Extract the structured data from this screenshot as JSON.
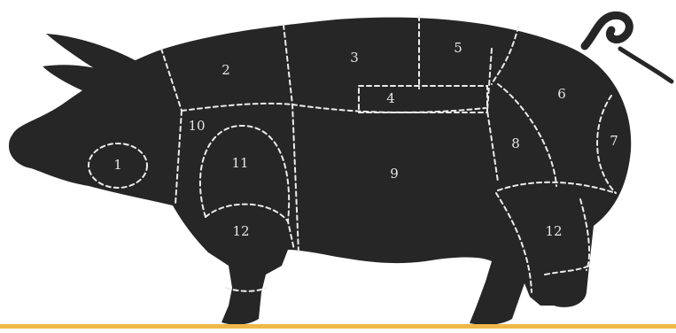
{
  "diagram": {
    "colors": {
      "body": "#262626",
      "cut_lines": "#ececec",
      "labels": "#e6e6e6",
      "ground_bar": "#f0b84a"
    },
    "labels": {
      "l1": "1",
      "l2": "2",
      "l3": "3",
      "l4": "4",
      "l5": "5",
      "l6": "6",
      "l7": "7",
      "l8": "8",
      "l9": "9",
      "l10": "10",
      "l11": "11",
      "l12a": "12",
      "l12b": "12"
    }
  }
}
